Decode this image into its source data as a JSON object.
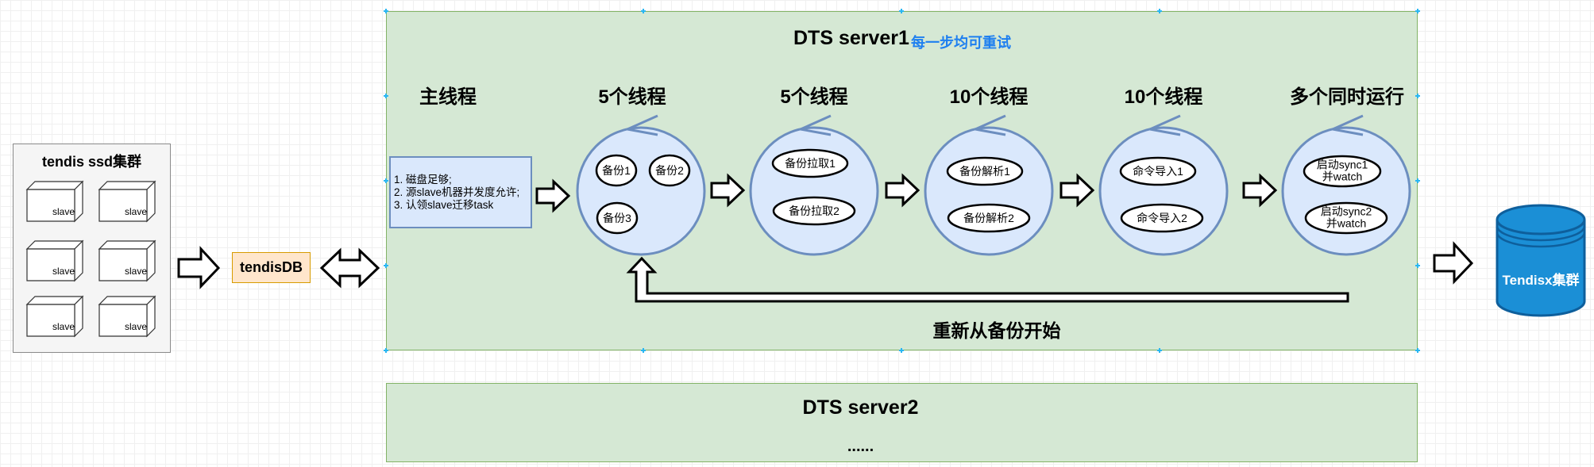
{
  "ssd_cluster": {
    "title": "tendis ssd集群",
    "nodes": [
      "slave",
      "slave",
      "slave",
      "slave",
      "slave",
      "slave"
    ]
  },
  "tendisdb": {
    "label": "tendisDB"
  },
  "server1": {
    "title": "DTS server1",
    "note": "每一步均可重试",
    "columns": [
      {
        "heading": "主线程",
        "items": [
          "1. 磁盘足够;",
          "2. 源slave机器并发度允许;",
          "3. 认领slave迁移task"
        ]
      },
      {
        "heading": "5个线程",
        "items": [
          "备份1",
          "备份2",
          "备份3"
        ]
      },
      {
        "heading": "5个线程",
        "items": [
          "备份拉取1",
          "备份拉取2"
        ]
      },
      {
        "heading": "10个线程",
        "items": [
          "备份解析1",
          "备份解析2"
        ]
      },
      {
        "heading": "10个线程",
        "items": [
          "命令导入1",
          "命令导入2"
        ]
      },
      {
        "heading": "多个同时运行",
        "items": [
          "启动sync1\n并watch",
          "启动sync2\n并watch"
        ]
      }
    ],
    "restart_label": "重新从备份开始"
  },
  "server2": {
    "title": "DTS server2",
    "ellipsis": "......"
  },
  "target": {
    "label": "Tendisx集群"
  },
  "colors": {
    "server_fill": "#d5e8d4",
    "server_border": "#82b366",
    "thread_fill": "#dae8fc",
    "thread_border": "#6c8ebf",
    "db_fill": "#ffe6cc",
    "db_border": "#d79b00",
    "cylinder_fill": "#1b8fd6",
    "note_blue": "#1e7ff0"
  }
}
